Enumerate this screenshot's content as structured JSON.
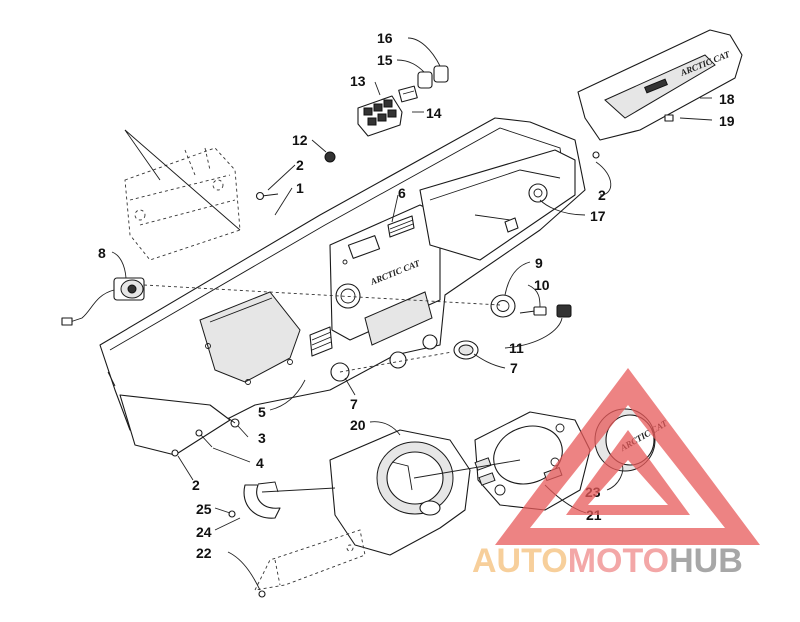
{
  "callouts": [
    {
      "id": "c16",
      "label": "16"
    },
    {
      "id": "c15",
      "label": "15"
    },
    {
      "id": "c13",
      "label": "13"
    },
    {
      "id": "c14",
      "label": "14"
    },
    {
      "id": "c18",
      "label": "18"
    },
    {
      "id": "c19",
      "label": "19"
    },
    {
      "id": "c12",
      "label": "12"
    },
    {
      "id": "c2a",
      "label": "2"
    },
    {
      "id": "c1",
      "label": "1"
    },
    {
      "id": "c6",
      "label": "6"
    },
    {
      "id": "c2b",
      "label": "2"
    },
    {
      "id": "c17",
      "label": "17"
    },
    {
      "id": "c8",
      "label": "8"
    },
    {
      "id": "c9",
      "label": "9"
    },
    {
      "id": "c10",
      "label": "10"
    },
    {
      "id": "c11",
      "label": "11"
    },
    {
      "id": "c7a",
      "label": "7"
    },
    {
      "id": "c5",
      "label": "5"
    },
    {
      "id": "c7b",
      "label": "7"
    },
    {
      "id": "c3",
      "label": "3"
    },
    {
      "id": "c20",
      "label": "20"
    },
    {
      "id": "c4",
      "label": "4"
    },
    {
      "id": "c2c",
      "label": "2"
    },
    {
      "id": "c23",
      "label": "23"
    },
    {
      "id": "c25",
      "label": "25"
    },
    {
      "id": "c24",
      "label": "24"
    },
    {
      "id": "c21",
      "label": "21"
    },
    {
      "id": "c22",
      "label": "22"
    }
  ],
  "dash_logo": "ARCTIC CAT",
  "gauge_logo": "ARCTIC CAT",
  "watermark": {
    "part1": "AUTO",
    "part2": "MOTO",
    "part3": "HUB",
    "color_light": "#f5c07a",
    "color_mid": "#ef8a8a",
    "color_dark": "#8a8a8a",
    "triangle_color": "#e85a5a"
  }
}
